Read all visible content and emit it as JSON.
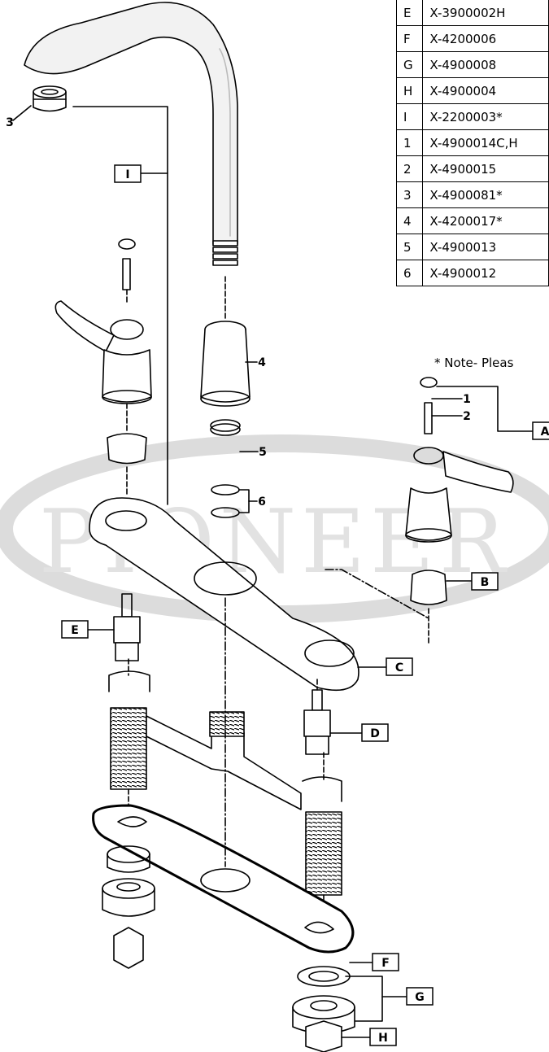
{
  "diagram": {
    "watermark": "PIONEER",
    "parts_table": [
      {
        "key": "E",
        "part": "X-3900002H"
      },
      {
        "key": "F",
        "part": "X-4200006"
      },
      {
        "key": "G",
        "part": "X-4900008"
      },
      {
        "key": "H",
        "part": "X-4900004"
      },
      {
        "key": "I",
        "part": "X-2200003*"
      },
      {
        "key": "1",
        "part": "X-4900014C,H"
      },
      {
        "key": "2",
        "part": "X-4900015"
      },
      {
        "key": "3",
        "part": "X-4900081*"
      },
      {
        "key": "4",
        "part": "X-4200017*"
      },
      {
        "key": "5",
        "part": "X-4900013"
      },
      {
        "key": "6",
        "part": "X-4900012"
      }
    ],
    "note": "* Note- Pleas",
    "callouts": {
      "A": "A",
      "B": "B",
      "C": "C",
      "D": "D",
      "E": "E",
      "F": "F",
      "G": "G",
      "H": "H",
      "I": "I",
      "n1": "1",
      "n2": "2",
      "n3": "3",
      "n4": "4",
      "n5": "5",
      "n6": "6"
    }
  }
}
